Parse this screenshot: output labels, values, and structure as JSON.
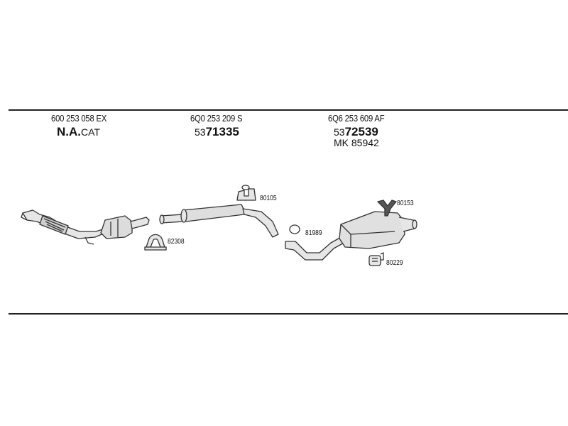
{
  "groups": [
    {
      "part_no": "600 253 058 EX",
      "code_prefix": "N.A.",
      "code_suffix": "CAT"
    },
    {
      "part_no": "6Q0 253 209 S",
      "code_prefix": "53",
      "code_suffix": "71335"
    },
    {
      "part_no": "6Q6 253 609 AF",
      "code_prefix": "53",
      "code_suffix": "72539",
      "extra": "MK 85942"
    }
  ],
  "accessories": [
    {
      "code": "80105",
      "icon": "hanger-icon"
    },
    {
      "code": "81989",
      "icon": "gasket-ring-icon"
    },
    {
      "code": "82308",
      "icon": "clamp-icon"
    },
    {
      "code": "80153",
      "icon": "bracket-icon"
    },
    {
      "code": "80229",
      "icon": "rubber-mount-icon"
    }
  ],
  "colors": {
    "line": "#222222",
    "part_fill": "#e6e6e6",
    "part_stroke": "#333333"
  }
}
